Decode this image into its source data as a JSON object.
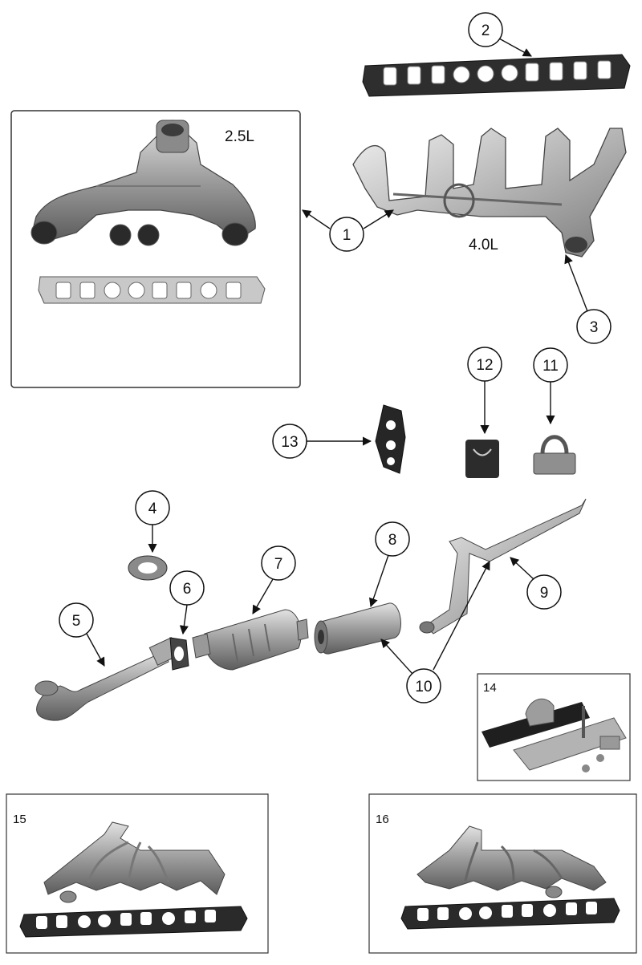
{
  "callouts": [
    "1",
    "2",
    "3",
    "4",
    "5",
    "6",
    "7",
    "8",
    "9",
    "10",
    "10",
    "11",
    "12",
    "13"
  ],
  "engine_labels": {
    "small": "2.5L",
    "large": "4.0L"
  },
  "box_labels": {
    "box14": "14",
    "box15": "15",
    "box16": "16"
  },
  "colors": {
    "line": "#111111",
    "part_gray": "#9a9a9a",
    "part_dark": "#3a3a3a",
    "part_light": "#d4d4d4",
    "gasket": "#bdbdbd"
  }
}
